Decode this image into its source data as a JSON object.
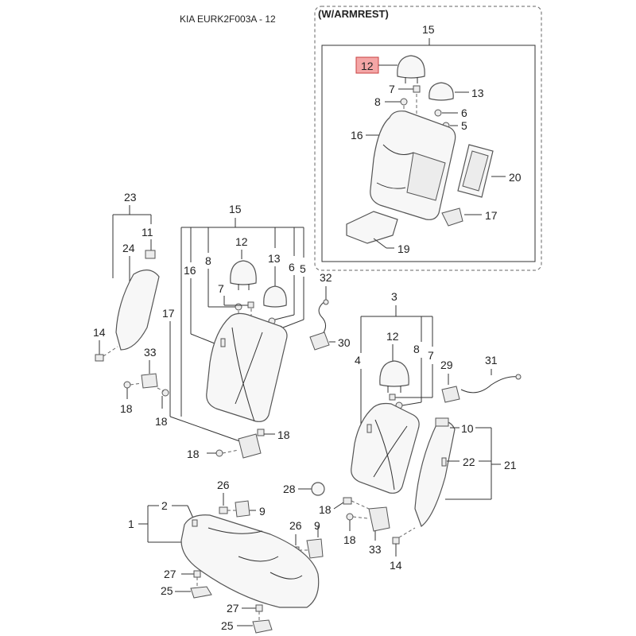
{
  "header": {
    "title": "KIA EURK2F003A - 12"
  },
  "inset": {
    "label": "(W/ARMREST)",
    "highlighted_callout": "12"
  },
  "callouts": {
    "inset": {
      "c15": "15",
      "c12": "12",
      "c7": "7",
      "c13": "13",
      "c8": "8",
      "c6": "6",
      "c16": "16",
      "c5": "5",
      "c20": "20",
      "c17": "17",
      "c19": "19"
    },
    "left_side": {
      "c23": "23",
      "c11": "11",
      "c24": "24",
      "c14": "14",
      "c33": "33",
      "c18a": "18",
      "c18b": "18"
    },
    "center_back": {
      "c15": "15",
      "c12": "12",
      "c8": "8",
      "c16": "16",
      "c13": "13",
      "c6": "6",
      "c5": "5",
      "c17": "17",
      "c7": "7",
      "c18a": "18",
      "c18b": "18"
    },
    "misc": {
      "c32": "32",
      "c30": "30",
      "c28": "28",
      "c26a": "26",
      "c9a": "9",
      "c26b": "26",
      "c9b": "9",
      "c18a": "18",
      "c18b": "18",
      "c33": "33",
      "c14": "14",
      "c29": "29",
      "c31": "31"
    },
    "right_back": {
      "c3": "3",
      "c12": "12",
      "c8": "8",
      "c7": "7",
      "c4": "4"
    },
    "right_side": {
      "c10": "10",
      "c22": "22",
      "c21": "21"
    },
    "cushion": {
      "c2": "2",
      "c1": "1",
      "c27a": "27",
      "c25a": "25",
      "c27b": "27",
      "c25b": "25"
    }
  }
}
